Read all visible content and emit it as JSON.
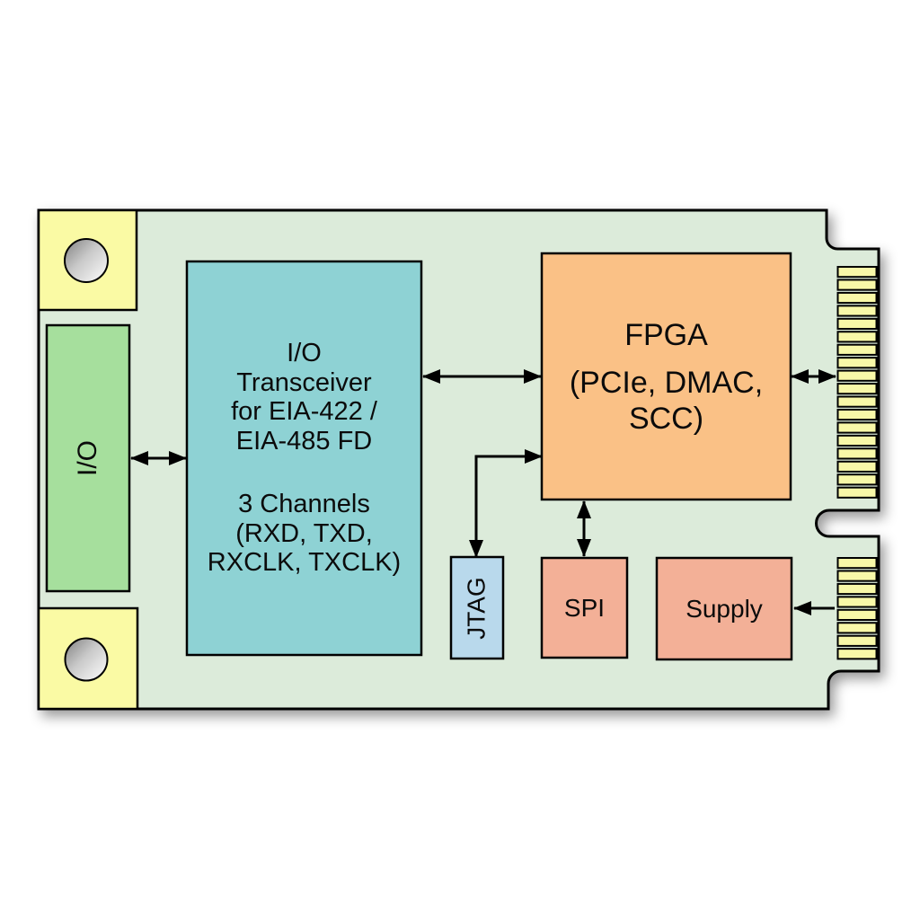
{
  "diagram": {
    "kind": "hardware block diagram"
  },
  "board": {
    "fill": "#dcebda",
    "outline_color": "#000000",
    "tab_fill": "#fafaa4",
    "finger_fill": "#f8f8a8",
    "upper_finger_count": 18,
    "lower_finger_count": 8
  },
  "blocks": {
    "io": {
      "label": "I/O",
      "fill": "#a6df9d"
    },
    "transceiver": {
      "para1": "I/O\nTransceiver\nfor EIA-422 /\nEIA-485 FD",
      "para2": "3 Channels\n(RXD, TXD,\nRXCLK, TXCLK)",
      "fill": "#8ed2d4"
    },
    "fpga": {
      "title": "FPGA",
      "subtitle": "(PCIe, DMAC,\nSCC)",
      "fill": "#fac186"
    },
    "jtag": {
      "label": "JTAG",
      "fill": "#b9d9ec"
    },
    "spi": {
      "label": "SPI",
      "fill": "#f3b097"
    },
    "supply": {
      "label": "Supply",
      "fill": "#f3b097"
    }
  }
}
